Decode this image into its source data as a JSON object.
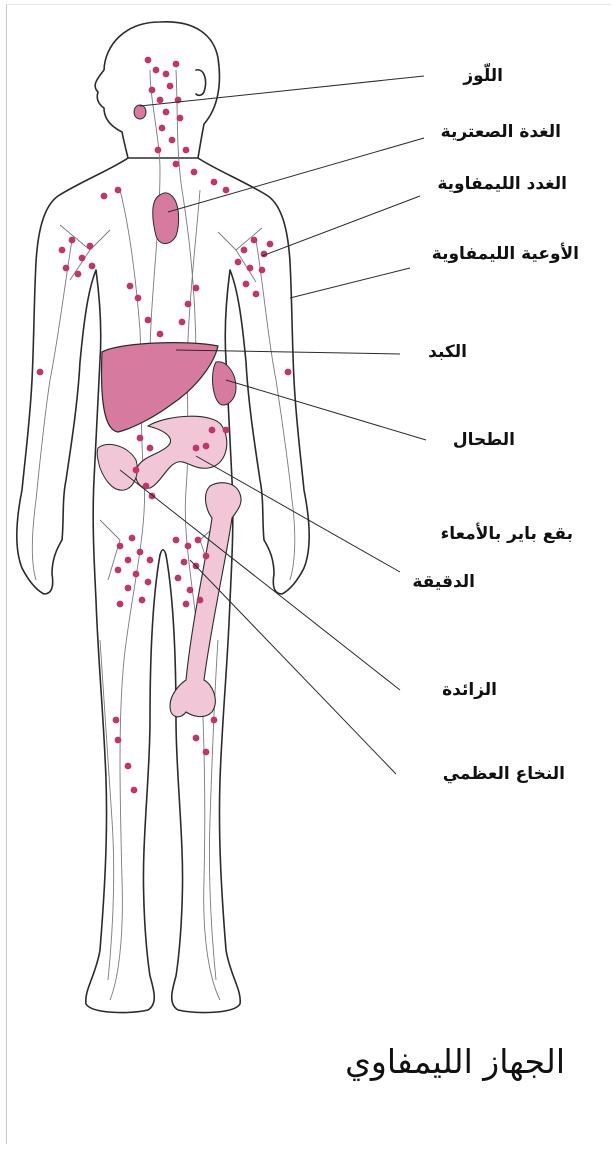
{
  "title": "الجهاز الليمفاوي",
  "labels": {
    "tonsils": "اللّوز",
    "thymus": "الغدة الصعترية",
    "lymph_nodes": "الغدد الليمفاوية",
    "lymph_vessels": "الأوعية الليمفاوية",
    "liver": "الكبد",
    "spleen": "الطحال",
    "peyer_line1": "بقع باير بالأمعاء",
    "peyer_line2": "الدقيقة",
    "appendix": "الزائدة",
    "bone_marrow": "النخاع العظمي"
  },
  "colors": {
    "outline": "#2b2b2b",
    "organ": "#d77aa0",
    "organ_light": "#f1c6d6",
    "node": "#c4336b",
    "vessel": "#7a7a7a"
  }
}
